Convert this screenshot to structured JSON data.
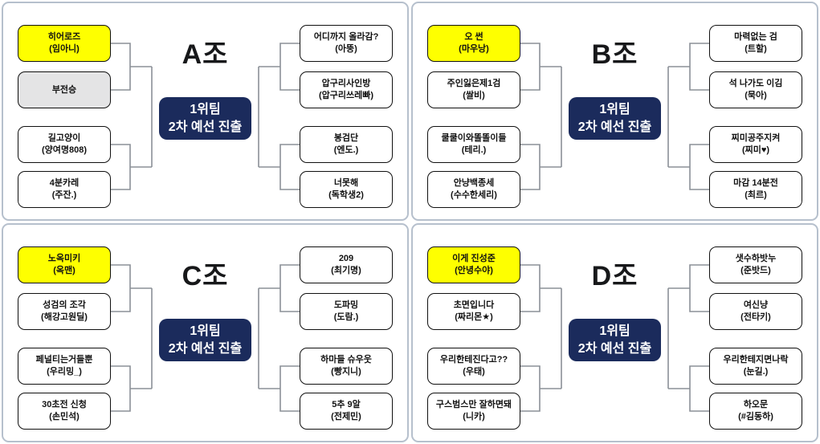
{
  "colors": {
    "highlight_yellow": "#FEFF00",
    "bye_gray": "#E4E4E5",
    "advance_navy": "#1B2B5C",
    "panel_border": "#B6C0CD",
    "bracket_line": "#8B9097"
  },
  "groups": [
    {
      "title": "A조",
      "advance": {
        "line1": "1위팀",
        "line2": "2차 예선 진출"
      },
      "left_teams": [
        {
          "name": "히어로즈",
          "member": "(임아니)",
          "style": "highlight"
        },
        {
          "name": "부전승",
          "member": "",
          "style": "bye"
        },
        {
          "name": "길고양이",
          "member": "(양여명808)",
          "style": "normal"
        },
        {
          "name": "4분카레",
          "member": "(주잔.)",
          "style": "normal"
        }
      ],
      "right_teams": [
        {
          "name": "어디까지 올라감?",
          "member": "(아뚱)",
          "style": "normal"
        },
        {
          "name": "압구리사인방",
          "member": "(압구리쓰레빠)",
          "style": "normal"
        },
        {
          "name": "봉검단",
          "member": "(엔도.)",
          "style": "normal"
        },
        {
          "name": "너못해",
          "member": "(독학생2)",
          "style": "normal"
        }
      ]
    },
    {
      "title": "B조",
      "advance": {
        "line1": "1위팀",
        "line2": "2차 예선 진출"
      },
      "left_teams": [
        {
          "name": "오 썬",
          "member": "(마우낭)",
          "style": "highlight"
        },
        {
          "name": "주인잃은제1검",
          "member": "(쌀비)",
          "style": "normal"
        },
        {
          "name": "쿨쿨이와똘똘이들",
          "member": "(테리.)",
          "style": "normal"
        },
        {
          "name": "안냥백종세",
          "member": "(수수한세리)",
          "style": "normal"
        }
      ],
      "right_teams": [
        {
          "name": "마력없는 검",
          "member": "(트할)",
          "style": "normal"
        },
        {
          "name": "석 나가도 이김",
          "member": "(묵아)",
          "style": "normal"
        },
        {
          "name": "찌미공주지켜",
          "member": "(찌미♥)",
          "style": "normal"
        },
        {
          "name": "마감 14분전",
          "member": "(최르)",
          "style": "normal"
        }
      ]
    },
    {
      "title": "C조",
      "advance": {
        "line1": "1위팀",
        "line2": "2차 예선 진출"
      },
      "left_teams": [
        {
          "name": "노옥미키",
          "member": "(옥맨)",
          "style": "highlight"
        },
        {
          "name": "성검의 조각",
          "member": "(해강고원딜)",
          "style": "normal"
        },
        {
          "name": "페널티는거들뿐",
          "member": "(우리밍_)",
          "style": "normal"
        },
        {
          "name": "30초전 신청",
          "member": "(손민석)",
          "style": "normal"
        }
      ],
      "right_teams": [
        {
          "name": "209",
          "member": "(최기명)",
          "style": "normal"
        },
        {
          "name": "도파밍",
          "member": "(도람.)",
          "style": "normal"
        },
        {
          "name": "하마들 슈우웃",
          "member": "(빵지니)",
          "style": "normal"
        },
        {
          "name": "5추 9알",
          "member": "(전제민)",
          "style": "normal"
        }
      ]
    },
    {
      "title": "D조",
      "advance": {
        "line1": "1위팀",
        "line2": "2차 예선 진출"
      },
      "left_teams": [
        {
          "name": "이게 진성준",
          "member": "(안녕수야)",
          "style": "highlight"
        },
        {
          "name": "초면입니다",
          "member": "(짜리몬★)",
          "style": "normal"
        },
        {
          "name": "우리한테진다고??",
          "member": "(우태)",
          "style": "normal"
        },
        {
          "name": "구스범스만 잘하면돼",
          "member": "(니카)",
          "style": "normal"
        }
      ],
      "right_teams": [
        {
          "name": "샛수하밧누",
          "member": "(준밧드)",
          "style": "normal"
        },
        {
          "name": "여신냥",
          "member": "(전타키)",
          "style": "normal"
        },
        {
          "name": "우리한테지면나락",
          "member": "(눈길.)",
          "style": "normal"
        },
        {
          "name": "하오문",
          "member": "(#김동하)",
          "style": "normal"
        }
      ]
    }
  ]
}
